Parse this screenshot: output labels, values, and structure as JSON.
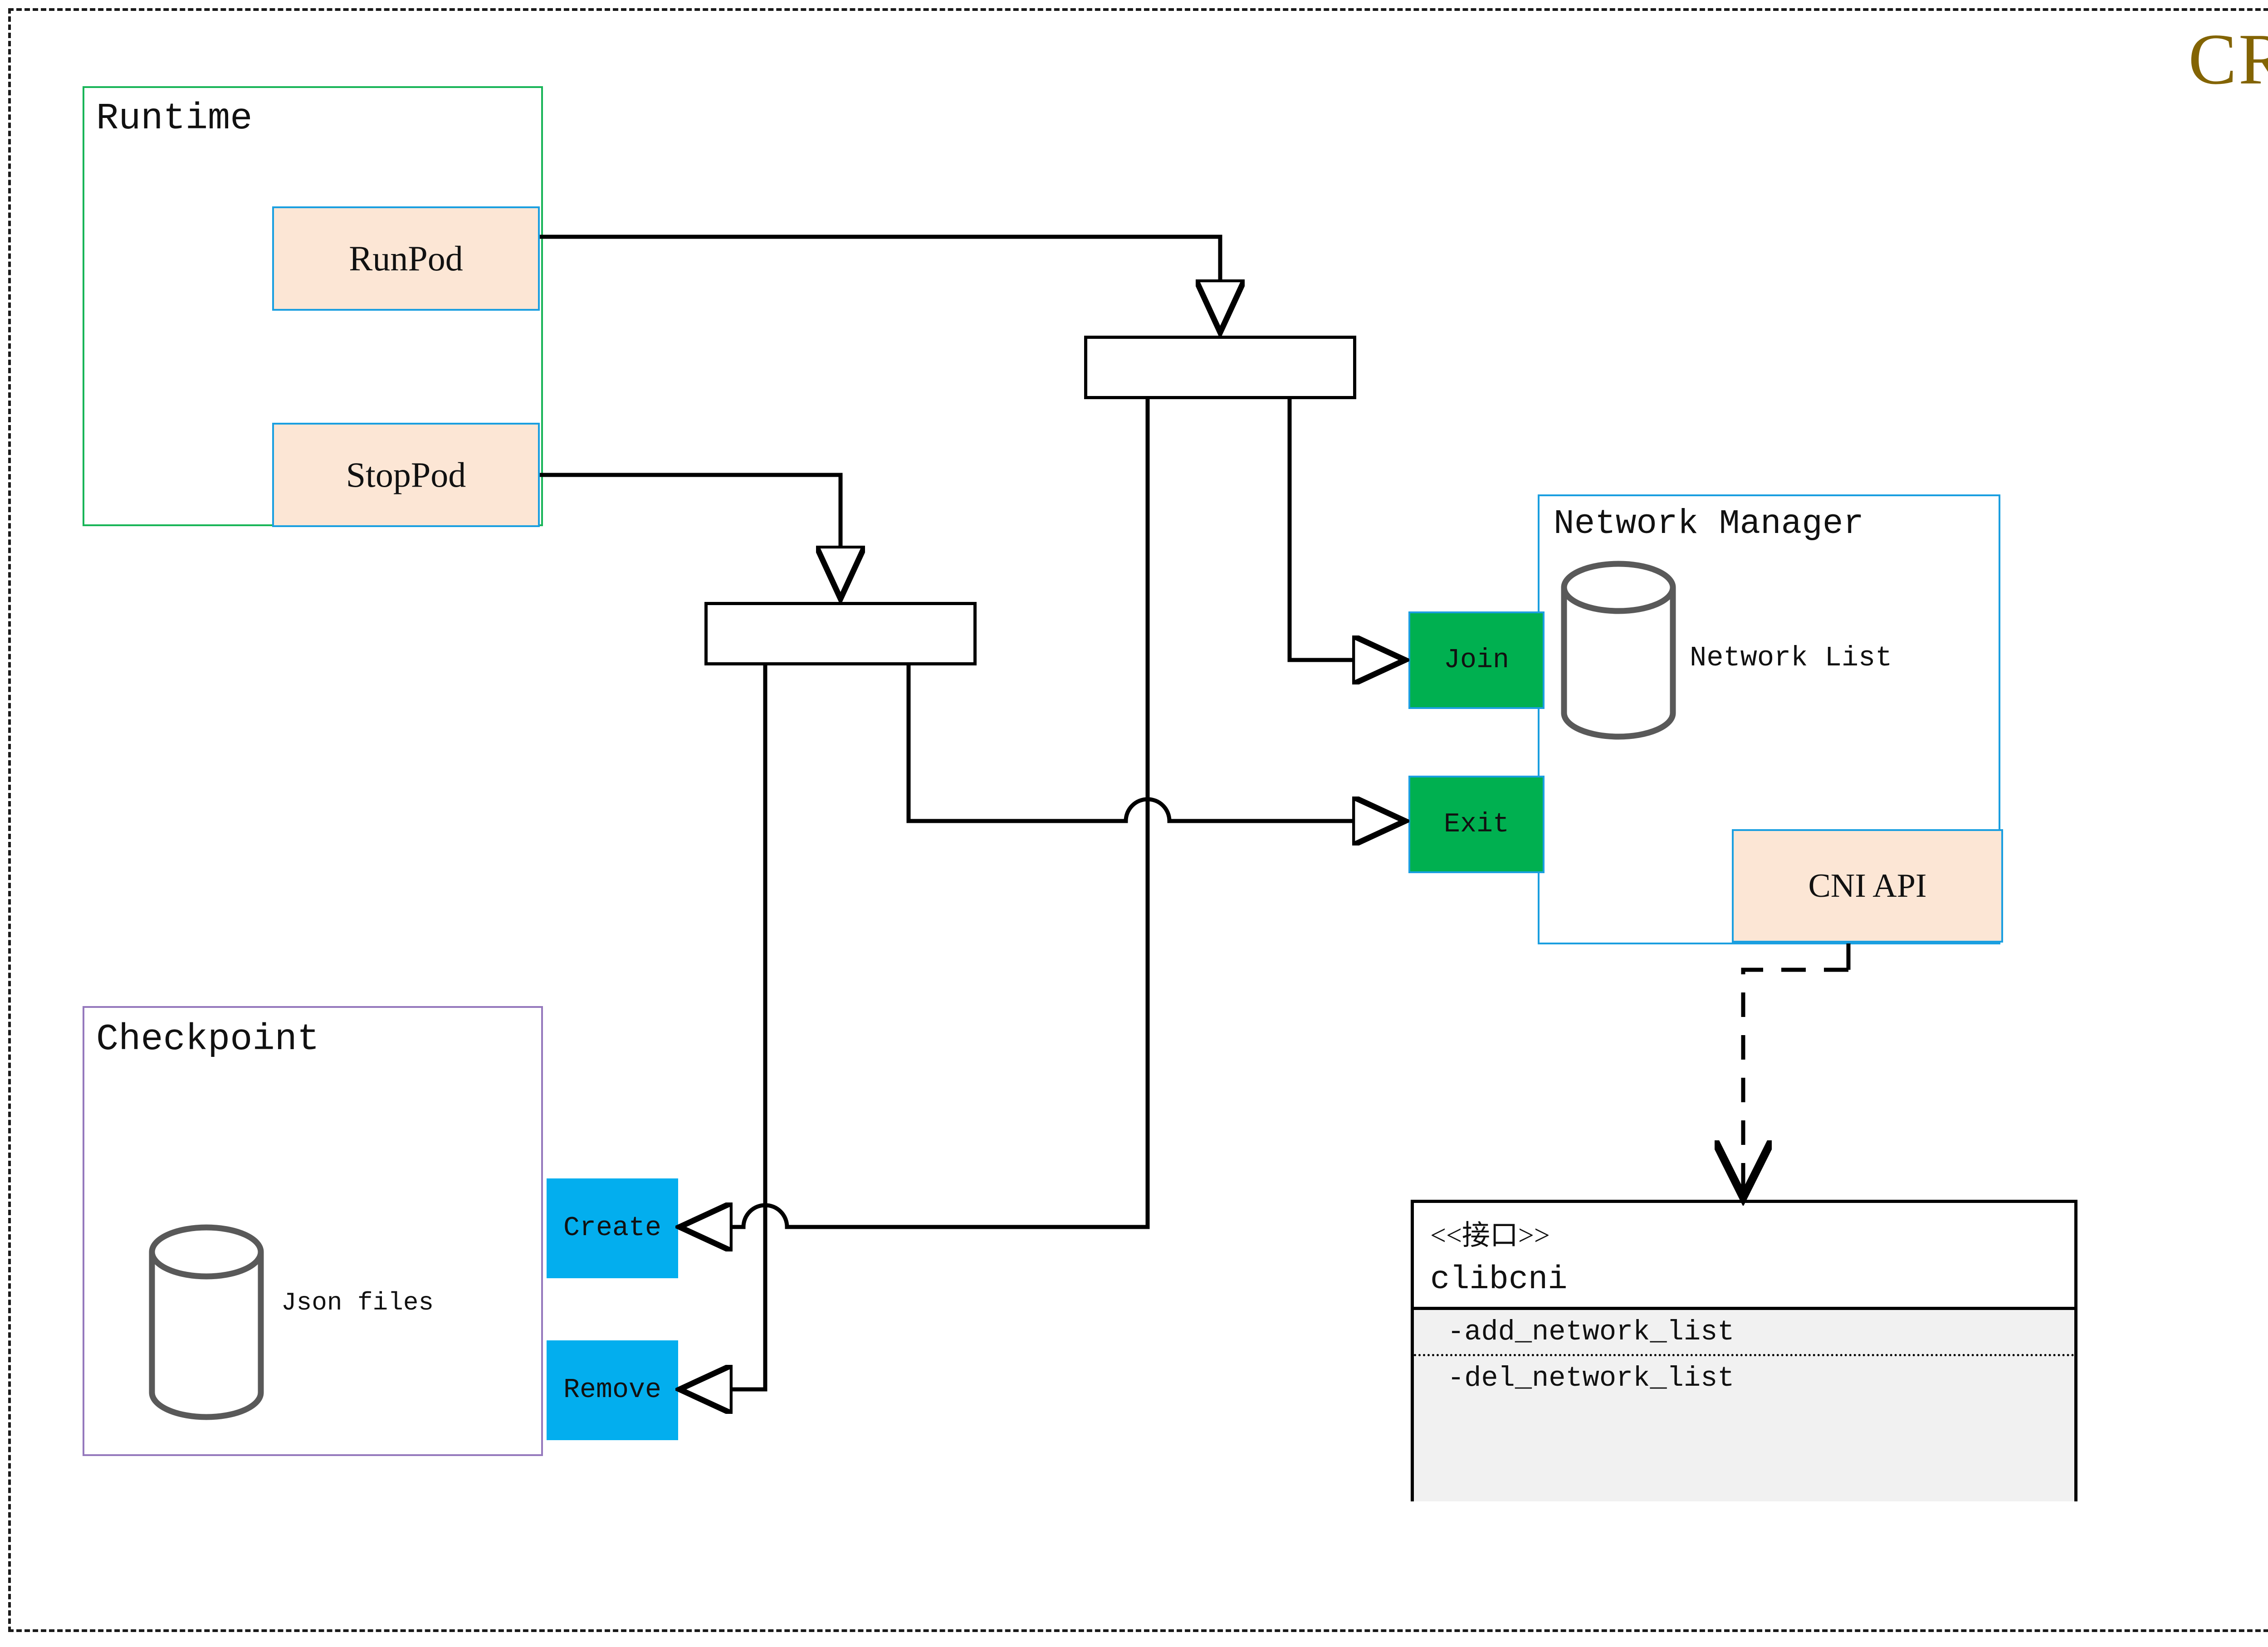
{
  "diagram": {
    "title": "CRI",
    "title_color": "#836403"
  },
  "runtime": {
    "label": "Runtime",
    "border_color": "#19b558",
    "operations": [
      {
        "label": "RunPod"
      },
      {
        "label": "StopPod"
      }
    ]
  },
  "checkpoint": {
    "label": "Checkpoint",
    "border_color": "#9579bd",
    "store_label": "Json files",
    "operations": [
      {
        "label": "Create"
      },
      {
        "label": "Remove"
      }
    ],
    "op_color": "#03aeee"
  },
  "network_manager": {
    "label": "Network Manager",
    "border_color": "#1b9fe0",
    "store_label": "Network List",
    "ports": [
      {
        "label": "Join"
      },
      {
        "label": "Exit"
      }
    ],
    "port_color": "#00b050",
    "api": {
      "label": "CNI API",
      "fill": "#fce6d5"
    }
  },
  "interface_class": {
    "stereotype": "<<接口>>",
    "name": "clibcni",
    "operations": [
      "-add_network_list",
      "-del_network_list"
    ]
  },
  "icons": {
    "database_runtime": "database-cylinder-icon",
    "database_checkpoint": "database-cylinder-icon"
  }
}
